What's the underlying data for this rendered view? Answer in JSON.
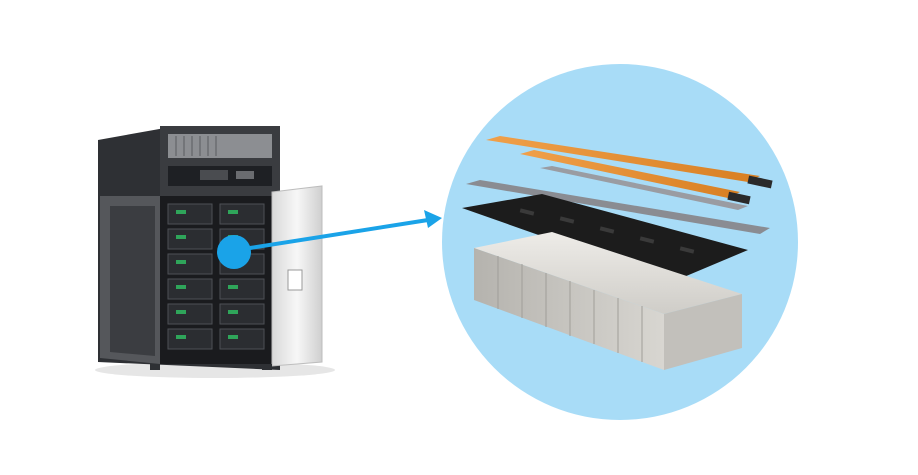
{
  "figure": {
    "left_item": "battery-rack-cabinet",
    "right_item": "exploded-battery-module",
    "connector": "callout-arrow"
  },
  "colors": {
    "background": "#ffffff",
    "callout_circle": "#a8dcf7",
    "arrow": "#1aa3e8",
    "marker_dot": "#1aa3e8",
    "busbar": "#e08a2c",
    "cell_body": "#d6d4cf",
    "holder_frame": "#1c1c1c",
    "cabinet_dark": "#2a2c30",
    "cabinet_door": "#eeeeee"
  }
}
